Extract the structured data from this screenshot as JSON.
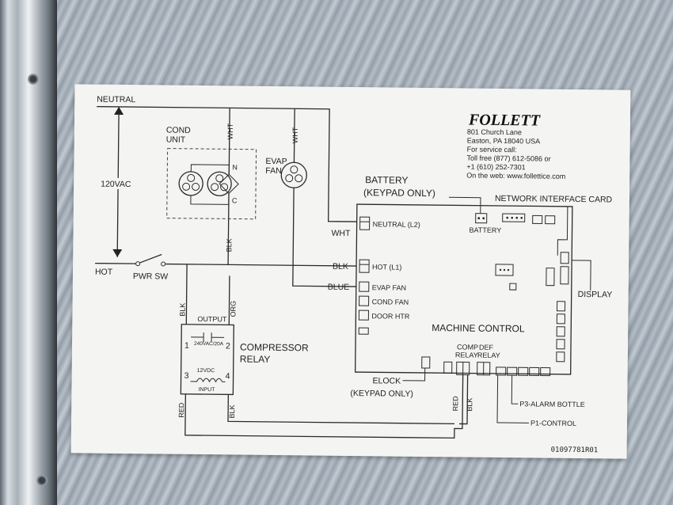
{
  "header": {
    "logo": "FOLLETT",
    "address_line1": "801 Church Lane",
    "address_line2": "Easton, PA 18040 USA",
    "service_label": "For service call:",
    "toll_free": "Toll free (877) 612-5086 or",
    "phone2": "+1 (610) 252-7301",
    "web": "On the web: www.follettice.com"
  },
  "power": {
    "neutral": "NEUTRAL",
    "voltage": "120VAC",
    "hot": "HOT",
    "pwr_sw": "PWR SW"
  },
  "cond_unit": {
    "title_line1": "COND",
    "title_line2": "UNIT",
    "terminal_n": "N",
    "terminal_c": "C"
  },
  "evap_fan": {
    "title_line1": "EVAP",
    "title_line2": "FAN"
  },
  "wires": {
    "wht_cond": "WHT",
    "wht_evap": "WHT",
    "blk_cond": "BLK",
    "wht_board": "WHT",
    "blk_board": "BLK",
    "blue_board": "BLUE",
    "blk_relay": "BLK",
    "org_relay": "ORG",
    "red_relay": "RED",
    "blk_relay_in": "BLK",
    "red_comp": "RED",
    "blk_comp": "BLK"
  },
  "battery": {
    "title_line1": "BATTERY",
    "title_line2": "(KEYPAD ONLY)",
    "board_label": "BATTERY"
  },
  "network_card": "NETWORK INTERFACE CARD",
  "display": "DISPLAY",
  "connectors": {
    "neutral": "NEUTRAL (L2)",
    "hot": "HOT (L1)",
    "evap_fan": "EVAP FAN",
    "cond_fan": "COND FAN",
    "door_htr": "DOOR HTR"
  },
  "machine_control": "MACHINE CONTROL",
  "compressor_relay": {
    "title_line1": "COMPRESSOR",
    "title_line2": "RELAY",
    "output": "OUTPUT",
    "rating": "240VAC/20A",
    "input_voltage": "12VDC",
    "input": "INPUT",
    "pin1": "1",
    "pin2": "2",
    "pin3": "3",
    "pin4": "4"
  },
  "relays": {
    "comp_line1": "COMP",
    "comp_line2": "RELAY",
    "def_line1": "DEF",
    "def_line2": "RELAY"
  },
  "elock": {
    "line1": "ELOCK",
    "line2": "(KEYPAD ONLY)"
  },
  "p3_alarm": "P3-ALARM BOTTLE",
  "p1_control": "P1-CONTROL",
  "part_number": "01097781R01"
}
